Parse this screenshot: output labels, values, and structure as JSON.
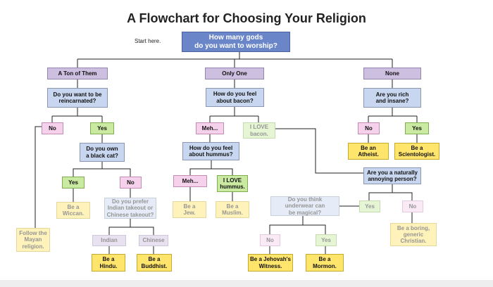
{
  "title": "A Flowchart for Choosing Your Religion",
  "start_label": "Start here.",
  "colors": {
    "question": "#c8d7ef",
    "category": "#cdbfe0",
    "start": "#6a86c9",
    "yes": "#c9eaa0",
    "no": "#f6d1ec",
    "answer": "#ffe56b",
    "arrow": "#d23a3a"
  },
  "nodes": {
    "start_q": "How many gods\ndo you want to worship?",
    "ton": "A Ton of Them",
    "one": "Only One",
    "none": "None",
    "reincarnated_q": "Do you want to be\nreincarnated?",
    "bacon_q": "How do you feel\nabout bacon?",
    "rich_q": "Are you rich\nand insane?",
    "reinc_no": "No",
    "reinc_yes": "Yes",
    "bacon_meh": "Meh...",
    "bacon_love": "I LOVE\nbacon.",
    "rich_no": "No",
    "rich_yes": "Yes",
    "cat_q": "Do you own\na black cat?",
    "hummus_q": "How do you feel\nabout hummus?",
    "atheist": "Be an\nAtheist.",
    "scientologist": "Be a\nScientologist.",
    "annoying_q": "Are you a naturally\nannoying person?",
    "cat_yes": "Yes",
    "cat_no": "No",
    "hummus_meh": "Meh...",
    "hummus_love": "I LOVE\nhummus.",
    "underwear_q": "Do you think\nunderwear can\nbe magical?",
    "annoy_yes": "Yes",
    "annoy_no": "No",
    "wiccan": "Be a\nWiccan.",
    "food_q": "Do you prefer\nIndian takeout or\nChinese takeout?",
    "jew": "Be a\nJew.",
    "muslim": "Be a\nMuslim.",
    "mayan": "Follow the\nMayan\nreligion.",
    "christian": "Be a boring,\ngeneric\nChristian.",
    "indian": "Indian",
    "chinese": "Chinese",
    "underwear_no": "No",
    "underwear_yes": "Yes",
    "hindu": "Be a\nHindu.",
    "buddhist": "Be a\nBuddhist.",
    "jehovah": "Be a Jehovah's\nWitness.",
    "mormon": "Be a\nMormon."
  }
}
